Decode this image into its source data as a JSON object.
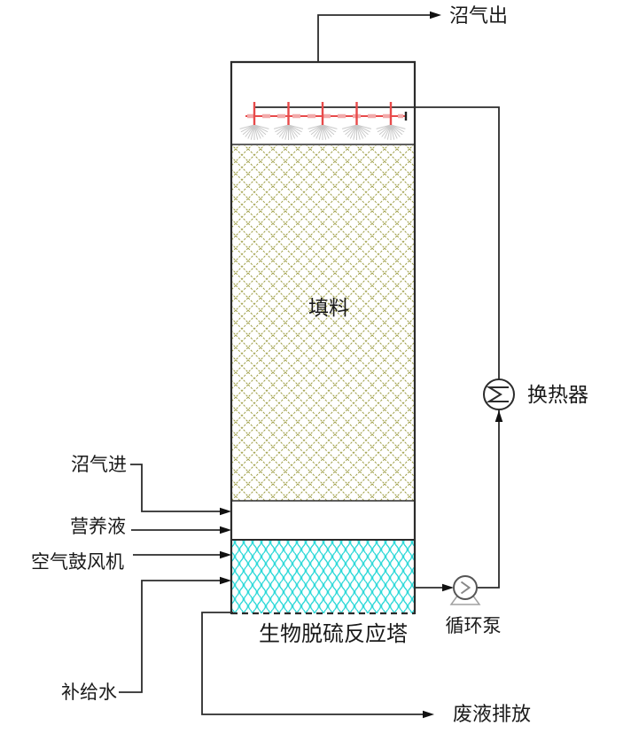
{
  "labels": {
    "biogas_out": "沼气出",
    "biogas_in": "沼气进",
    "nutrient": "营养液",
    "air_blower": "空气鼓风机",
    "makeup_water": "补给水",
    "packing": "填料",
    "tower": "生物脱硫反应塔",
    "heat_exchanger": "换热器",
    "circulation_pump": "循环泵",
    "waste_discharge": "废液排放"
  },
  "colors": {
    "line": "#2b2b2b",
    "packing_hatch": "#9e9e46",
    "liquid_wave": "#2ad8d8",
    "spray_red": "#e84a4a",
    "spray_pink": "#f2aaaa",
    "fan_gray": "#c9c9c9",
    "arrow": "#111111"
  }
}
